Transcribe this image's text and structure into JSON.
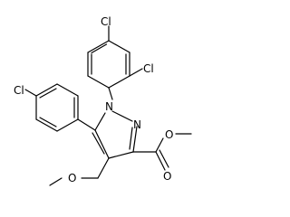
{
  "molecule": {
    "atoms": {
      "cl_top": "Cl",
      "cl_right": "Cl",
      "cl_left": "Cl",
      "n1": "N",
      "n2": "N",
      "o_methoxy": "O",
      "o_ester_carbonyl": "O",
      "o_ester_single": "O"
    }
  }
}
